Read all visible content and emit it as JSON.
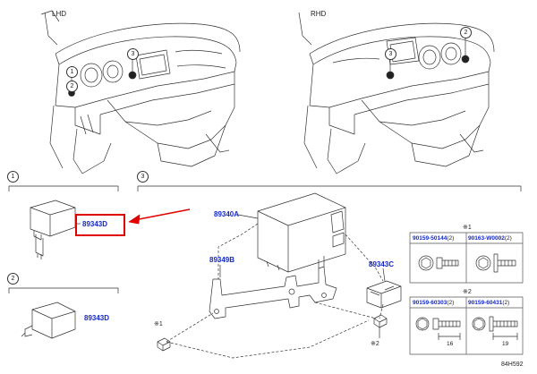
{
  "header": {
    "lhd_label": "LHD",
    "rhd_label": "RHD"
  },
  "sections": [
    {
      "number": "1"
    },
    {
      "number": "2"
    },
    {
      "number": "3"
    }
  ],
  "callouts": {
    "lhd": [
      "1",
      "2",
      "3"
    ],
    "rhd": [
      "2",
      "3"
    ]
  },
  "parts": {
    "p89343D_a": "89343D",
    "p89343D_b": "89343D",
    "p89340A": "89340A",
    "p89349B": "89349B",
    "p89343C": "89343C"
  },
  "notes": {
    "n1": "※1",
    "n2": "※2",
    "n1b": "※1",
    "n2b": "※2"
  },
  "fastener_table_1": {
    "title": "※1",
    "left": {
      "pn": "90159-50144",
      "qty": "(2)"
    },
    "right": {
      "pn": "90163-W0002",
      "qty": "(2)"
    }
  },
  "fastener_table_2": {
    "title": "※2",
    "left": {
      "pn": "90159-60303",
      "qty": "(2)",
      "dim": "16"
    },
    "right": {
      "pn": "90159-60431",
      "qty": "(2)",
      "dim": "19"
    }
  },
  "diagram_code": "84H592",
  "colors": {
    "highlight": "#e00000",
    "part_link": "#1428c8",
    "line": "#333333"
  }
}
